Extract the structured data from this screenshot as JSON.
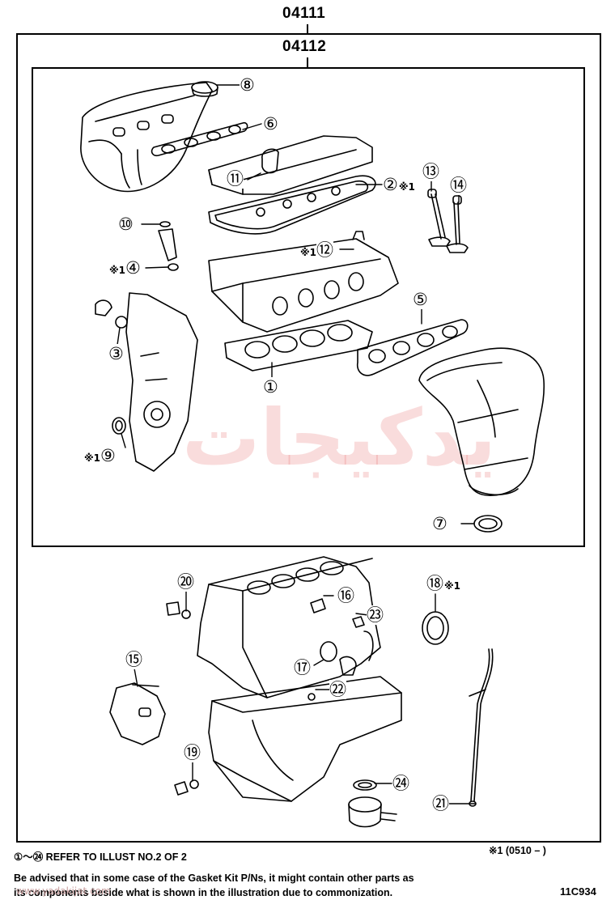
{
  "codes": {
    "outer_kit": "04111",
    "inner_kit": "04112"
  },
  "callouts": [
    {
      "num": "①",
      "mark": ""
    },
    {
      "num": "②",
      "mark": "※1"
    },
    {
      "num": "③",
      "mark": ""
    },
    {
      "num": "④",
      "mark": "※1"
    },
    {
      "num": "⑤",
      "mark": ""
    },
    {
      "num": "⑥",
      "mark": ""
    },
    {
      "num": "⑦",
      "mark": ""
    },
    {
      "num": "⑧",
      "mark": ""
    },
    {
      "num": "⑨",
      "mark": "※1"
    },
    {
      "num": "⑩",
      "mark": ""
    },
    {
      "num": "⑪",
      "mark": ""
    },
    {
      "num": "⑫",
      "mark": "※1"
    },
    {
      "num": "⑬",
      "mark": ""
    },
    {
      "num": "⑭",
      "mark": ""
    },
    {
      "num": "⑮",
      "mark": ""
    },
    {
      "num": "⑯",
      "mark": ""
    },
    {
      "num": "⑰",
      "mark": ""
    },
    {
      "num": "⑱",
      "mark": "※1"
    },
    {
      "num": "⑲",
      "mark": ""
    },
    {
      "num": "⑳",
      "mark": ""
    },
    {
      "num": "㉑",
      "mark": ""
    },
    {
      "num": "㉒",
      "mark": ""
    },
    {
      "num": "㉓",
      "mark": ""
    },
    {
      "num": "㉔",
      "mark": ""
    }
  ],
  "footer": {
    "refer_note": "①～㉔ REFER TO ILLUST NO.2 OF 2",
    "date_note": "※1 (0510 –        )",
    "advisory_line1": "Be advised that in some case of the Gasket Kit P/Ns,  it might contain other parts as",
    "advisory_line2": "its components beside what is shown in the illustration due to commonization.",
    "illustration_id": "11C934",
    "watermark_url": "www.yadakijat.com"
  },
  "brand_watermark": "یدکیجات"
}
